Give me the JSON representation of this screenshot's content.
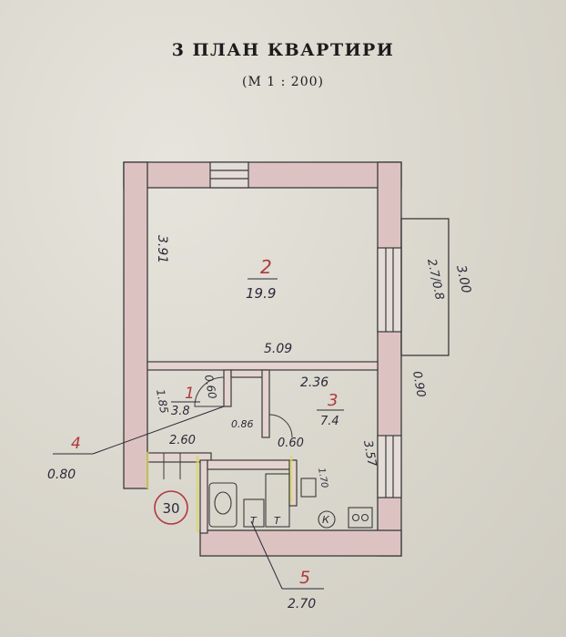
{
  "header": {
    "title": "3   ПЛАН КВАРТИРИ",
    "scale": "(М    1 : 200)"
  },
  "rooms": [
    {
      "number": "2",
      "area": "19.9"
    },
    {
      "number": "1",
      "area": "3.8"
    },
    {
      "number": "3",
      "area": "7.4"
    },
    {
      "number": "4",
      "area": "0.80"
    },
    {
      "number": "5",
      "area": "2.70"
    }
  ],
  "balcony": {
    "label": "2.7/0.8"
  },
  "dimensions": {
    "room2_height": "3.91",
    "room2_width": "5.09",
    "balcony_outer": "3.00",
    "window_offset": "0.90",
    "room1_height": "1.85",
    "room1_door": "0.60",
    "room1_width": "0.86",
    "corridor_width": "2.60",
    "room3_width": "2.36",
    "room3_height": "3.57",
    "room3_door": "0.60",
    "bath_height": "1.70"
  },
  "marks": {
    "floor_number": "30",
    "toilet_letter": "Т",
    "kitchen_letter": "К"
  },
  "colors": {
    "wall_fill": "#dcc3c1",
    "wall_line": "#3a3a3a",
    "ink": "#2a2a3a",
    "red_ink": "#b0383e",
    "yellow_marker": "#d8d870"
  }
}
